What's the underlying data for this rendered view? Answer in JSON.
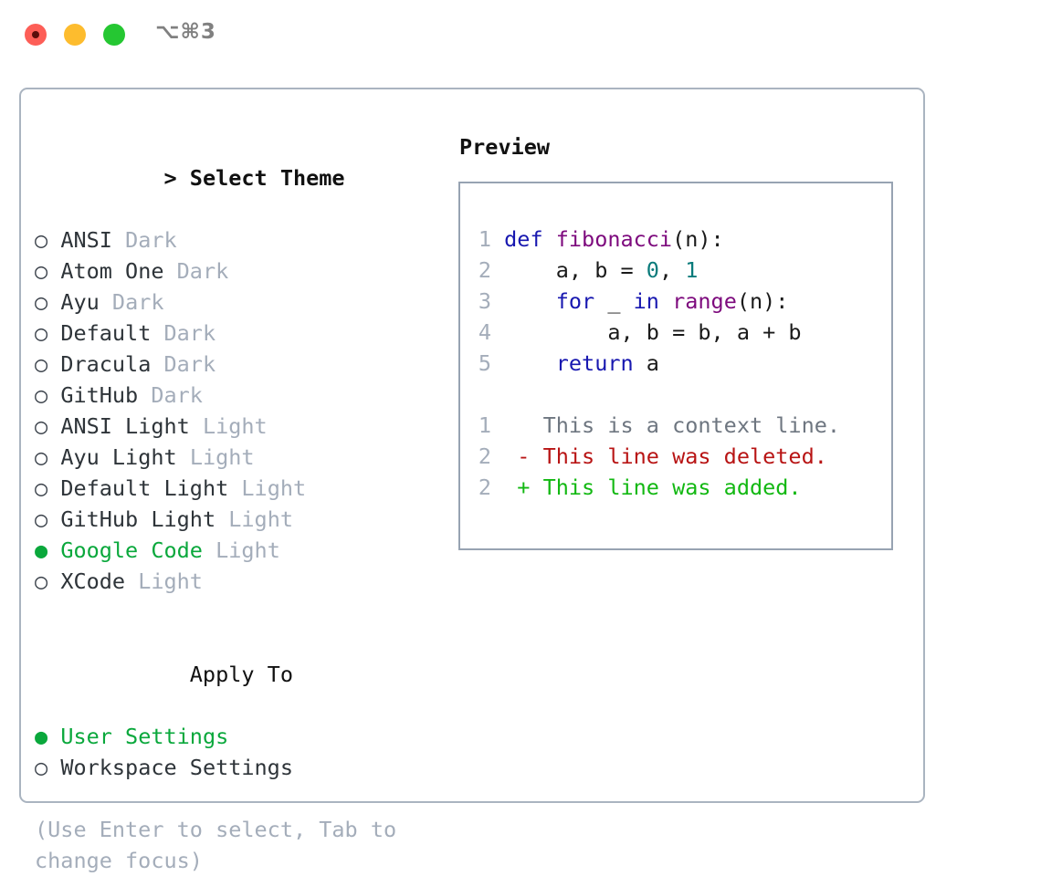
{
  "titlebar": {
    "shortcut": "⌥⌘3",
    "buttons": [
      {
        "name": "close",
        "color": "#fd5e57"
      },
      {
        "name": "minimize",
        "color": "#fdbc2e"
      },
      {
        "name": "zoom",
        "color": "#25c732"
      }
    ]
  },
  "theme_picker": {
    "prompt": ">",
    "header": "Select Theme",
    "bullet_unselected": "○",
    "bullet_selected": "●",
    "options": [
      {
        "label": "ANSI",
        "tag": "Dark",
        "selected": false
      },
      {
        "label": "Atom One",
        "tag": "Dark",
        "selected": false
      },
      {
        "label": "Ayu",
        "tag": "Dark",
        "selected": false
      },
      {
        "label": "Default",
        "tag": "Dark",
        "selected": false
      },
      {
        "label": "Dracula",
        "tag": "Dark",
        "selected": false
      },
      {
        "label": "GitHub",
        "tag": "Dark",
        "selected": false
      },
      {
        "label": "ANSI Light",
        "tag": "Light",
        "selected": false
      },
      {
        "label": "Ayu Light",
        "tag": "Light",
        "selected": false
      },
      {
        "label": "Default Light",
        "tag": "Light",
        "selected": false
      },
      {
        "label": "GitHub Light",
        "tag": "Light",
        "selected": false
      },
      {
        "label": "Google Code",
        "tag": "Light",
        "selected": true
      },
      {
        "label": "XCode",
        "tag": "Light",
        "selected": false
      }
    ]
  },
  "apply_to": {
    "header": "Apply To",
    "options": [
      {
        "label": "User Settings",
        "selected": true
      },
      {
        "label": "Workspace Settings",
        "selected": false
      }
    ]
  },
  "hint": "(Use Enter to select, Tab to change focus)",
  "preview": {
    "title": "Preview",
    "code_lines": [
      {
        "n": "1",
        "tokens": [
          {
            "t": "def ",
            "c": "kw"
          },
          {
            "t": "fibonacci",
            "c": "fn"
          },
          {
            "t": "(n):",
            "c": "pl"
          }
        ]
      },
      {
        "n": "2",
        "tokens": [
          {
            "t": "    a, b = ",
            "c": "pl"
          },
          {
            "t": "0",
            "c": "num"
          },
          {
            "t": ", ",
            "c": "pl"
          },
          {
            "t": "1",
            "c": "num"
          }
        ]
      },
      {
        "n": "3",
        "tokens": [
          {
            "t": "    ",
            "c": "pl"
          },
          {
            "t": "for",
            "c": "kw"
          },
          {
            "t": " _ ",
            "c": "pl"
          },
          {
            "t": "in",
            "c": "kw"
          },
          {
            "t": " ",
            "c": "pl"
          },
          {
            "t": "range",
            "c": "fn"
          },
          {
            "t": "(n):",
            "c": "pl"
          }
        ]
      },
      {
        "n": "4",
        "tokens": [
          {
            "t": "        a, b = b, a + b",
            "c": "pl"
          }
        ]
      },
      {
        "n": "5",
        "tokens": [
          {
            "t": "    ",
            "c": "pl"
          },
          {
            "t": "return",
            "c": "kw"
          },
          {
            "t": " a",
            "c": "pl"
          }
        ]
      }
    ],
    "diff_lines": [
      {
        "n": "1",
        "marker": " ",
        "text": " This is a context line.",
        "kind": "ctx"
      },
      {
        "n": "2",
        "marker": "-",
        "text": " This line was deleted.",
        "kind": "del"
      },
      {
        "n": "2",
        "marker": "+",
        "text": " This line was added.",
        "kind": "add"
      }
    ]
  },
  "colors": {
    "accent_green": "#0aa83c",
    "muted": "#a4adba",
    "keyword": "#1818b0",
    "function": "#7d0a7d",
    "number": "#0a7b7b",
    "diff_deleted": "#b81414",
    "diff_added": "#12b812",
    "border": "#aab4c0"
  }
}
